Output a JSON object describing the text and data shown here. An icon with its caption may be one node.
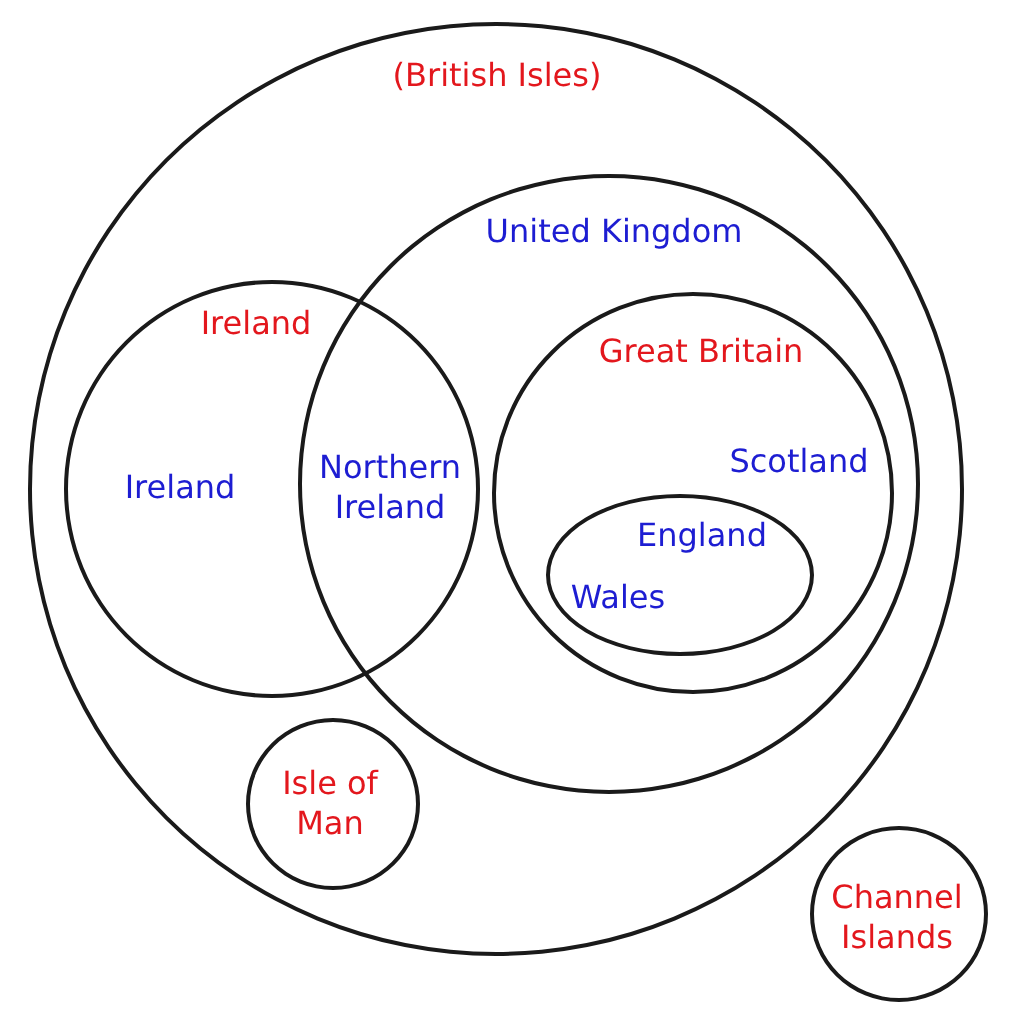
{
  "diagram": {
    "nodes": [
      {
        "text": [
          "(British Isles)"
        ]
      },
      {
        "text": [
          "United Kingdom"
        ],
        "in": 0
      },
      {
        "text": [
          "Ireland",
          "Ireland"
        ],
        "in": 0
      },
      {
        "text": [
          "Great Britain",
          "Scotland"
        ],
        "in": 1
      },
      {
        "text": [
          "England",
          "Wales"
        ],
        "in": 3
      },
      {
        "text": [
          "Isle of Man"
        ],
        "in": 0
      },
      {
        "text": [
          "Channel Islands"
        ]
      }
    ],
    "labels": [
      "Northern Ireland"
    ]
  }
}
